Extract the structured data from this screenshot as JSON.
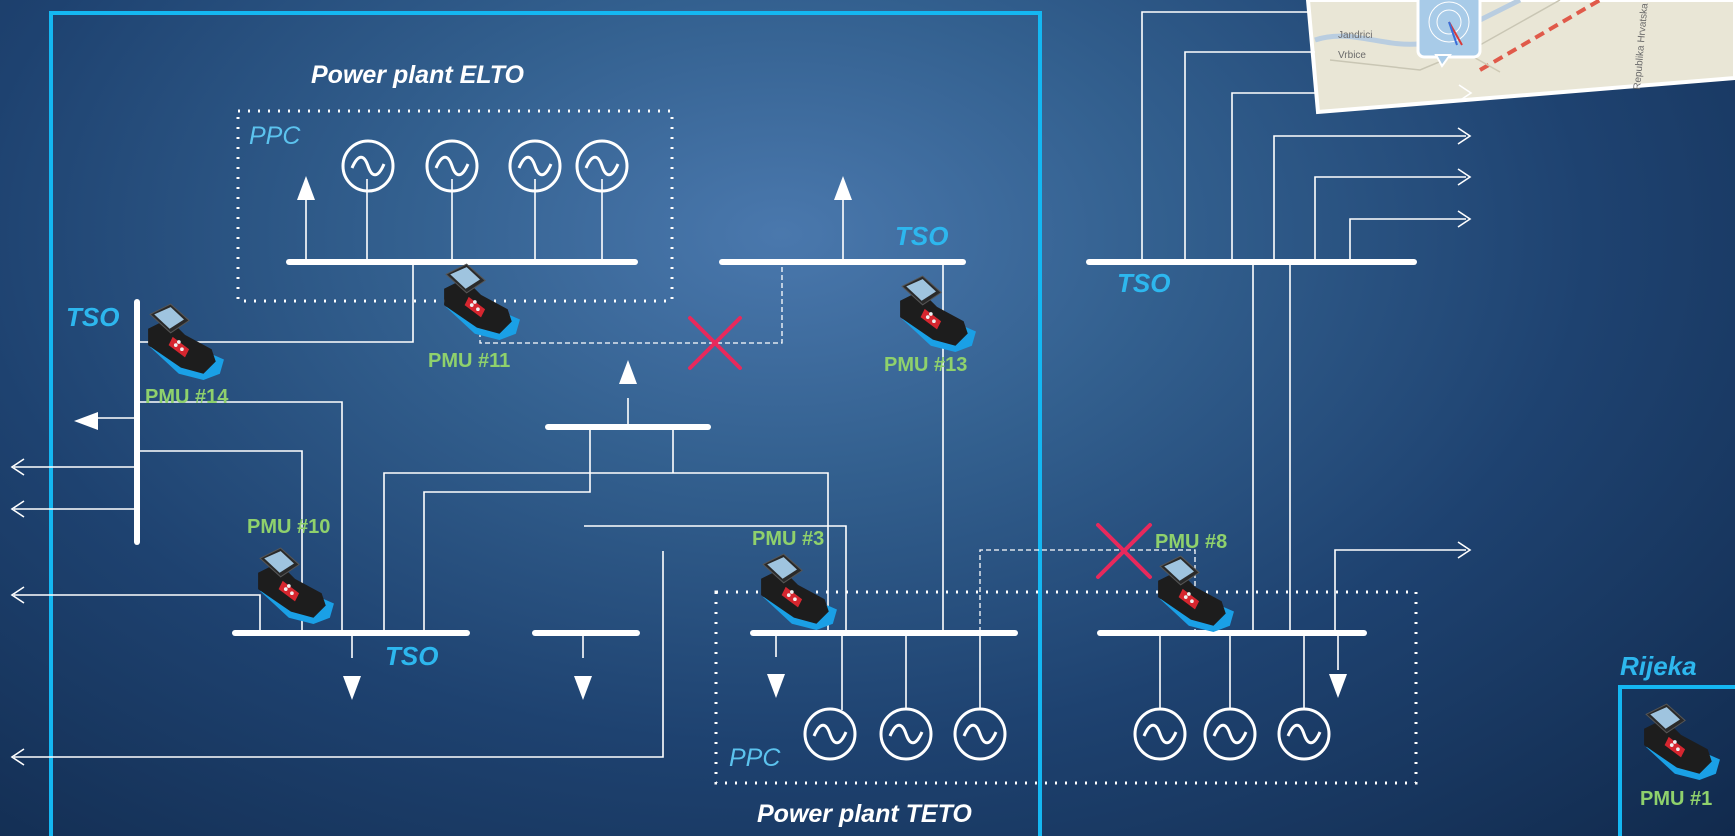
{
  "labels": {
    "plant_elto": "Power plant ELTO",
    "plant_teto": "Power plant TETO",
    "ppc": "PPC",
    "tso": "TSO",
    "rijeka": "Rijeka"
  },
  "pmus": {
    "pmu14": "PMU #14",
    "pmu11": "PMU #11",
    "pmu13": "PMU #13",
    "pmu10": "PMU #10",
    "pmu3": "PMU #3",
    "pmu8": "PMU #8",
    "pmu1": "PMU #1"
  },
  "map": {
    "place1": "Jandrici",
    "place2": "Vrbice",
    "street": "Republika Hrvatska"
  },
  "colors": {
    "frame": "#14b7f2",
    "line": "#ffffff",
    "breaker_open": "#e8295c",
    "pmu_label": "#8fd16c",
    "tso_label": "#2db7ee"
  }
}
